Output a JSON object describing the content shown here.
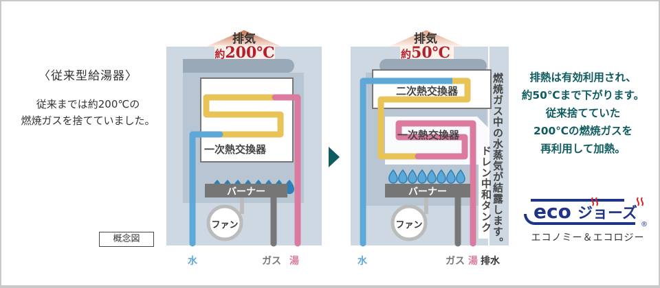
{
  "left_panel": {
    "title": "〈従来型給湯器〉",
    "desc_line1": "従来までは約200℃の",
    "desc_line2": "燃焼ガスを捨てていました。",
    "legend": "概念図"
  },
  "heater_conventional": {
    "exhaust_label": "排気",
    "exhaust_prefix": "約",
    "exhaust_temp": "200℃",
    "primary_exchanger": "一次熱交換器",
    "burner": "バーナー",
    "fan": "ファン",
    "pipe_water": "水",
    "pipe_gas": "ガス",
    "pipe_hot": "湯"
  },
  "heater_eco": {
    "exhaust_label": "排気",
    "exhaust_prefix": "約",
    "exhaust_temp": "50℃",
    "secondary_exchanger": "二次熱交換器",
    "primary_exchanger": "一次熱交換器",
    "burner": "バーナー",
    "fan": "ファン",
    "condensation_note": "燃焼ガス中の水蒸気が結露します。",
    "drain_tank": "ドレン中和タンク",
    "pipe_water": "水",
    "pipe_gas": "ガス",
    "pipe_hot": "湯",
    "pipe_drain": "排水"
  },
  "right_panel": {
    "line1": "排熱は有効利用され、",
    "line2": "約50℃まで下がります。",
    "line3": "従来捨てていた",
    "line4": "200℃の燃焼ガスを",
    "line5": "再利用して加熱。",
    "logo_text": "ecoジョーズ",
    "logo_registered": "®",
    "logo_sub": "エコノミー＆エコロジー"
  },
  "colors": {
    "water": "#5ea8d8",
    "hot": "#d97a9e",
    "heat": "#e8c358",
    "gas": "#777777",
    "accent": "#0f5c60",
    "temp_red": "#b3202b",
    "casing": "#cdd8e2",
    "inner": "#b8c6d3"
  }
}
